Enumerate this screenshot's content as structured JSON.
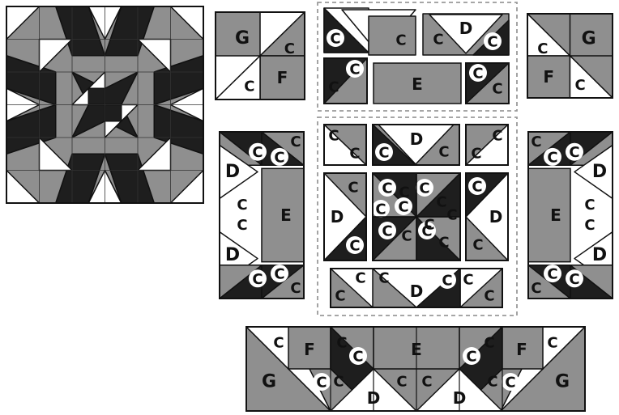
{
  "colors": {
    "gray": "#8f8f8f",
    "dark": "#1e1e1e",
    "light": "#ffffff",
    "line": "#111111",
    "dash": "#9a9a9a"
  },
  "labels": {
    "C": "C",
    "D": "D",
    "E": "E",
    "F": "F",
    "G": "G"
  },
  "icons": {
    "finished_block": "finished-quilt-block-image"
  }
}
